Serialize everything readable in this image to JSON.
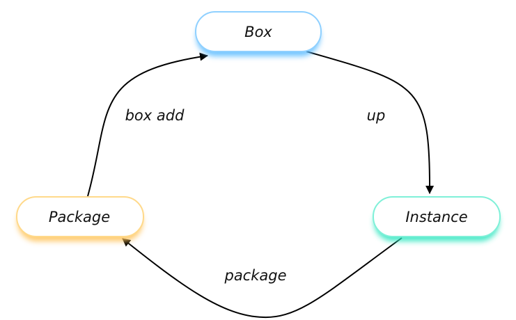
{
  "nodes": {
    "box": {
      "label": "Box",
      "glow": "#5bbcff",
      "border": "#8fd0ff"
    },
    "package": {
      "label": "Package",
      "glow": "#ffc35a",
      "border": "#ffd98a"
    },
    "instance": {
      "label": "Instance",
      "glow": "#2ee6c0",
      "border": "#7ff0d8"
    }
  },
  "edges": {
    "package_to_box": {
      "label": "box add"
    },
    "box_to_instance": {
      "label": "up"
    },
    "instance_to_package": {
      "label": "package"
    }
  },
  "colors": {
    "background": "#ffffff",
    "node_fill": "#ffffff",
    "edge_stroke": "#000000",
    "text": "#111111"
  }
}
